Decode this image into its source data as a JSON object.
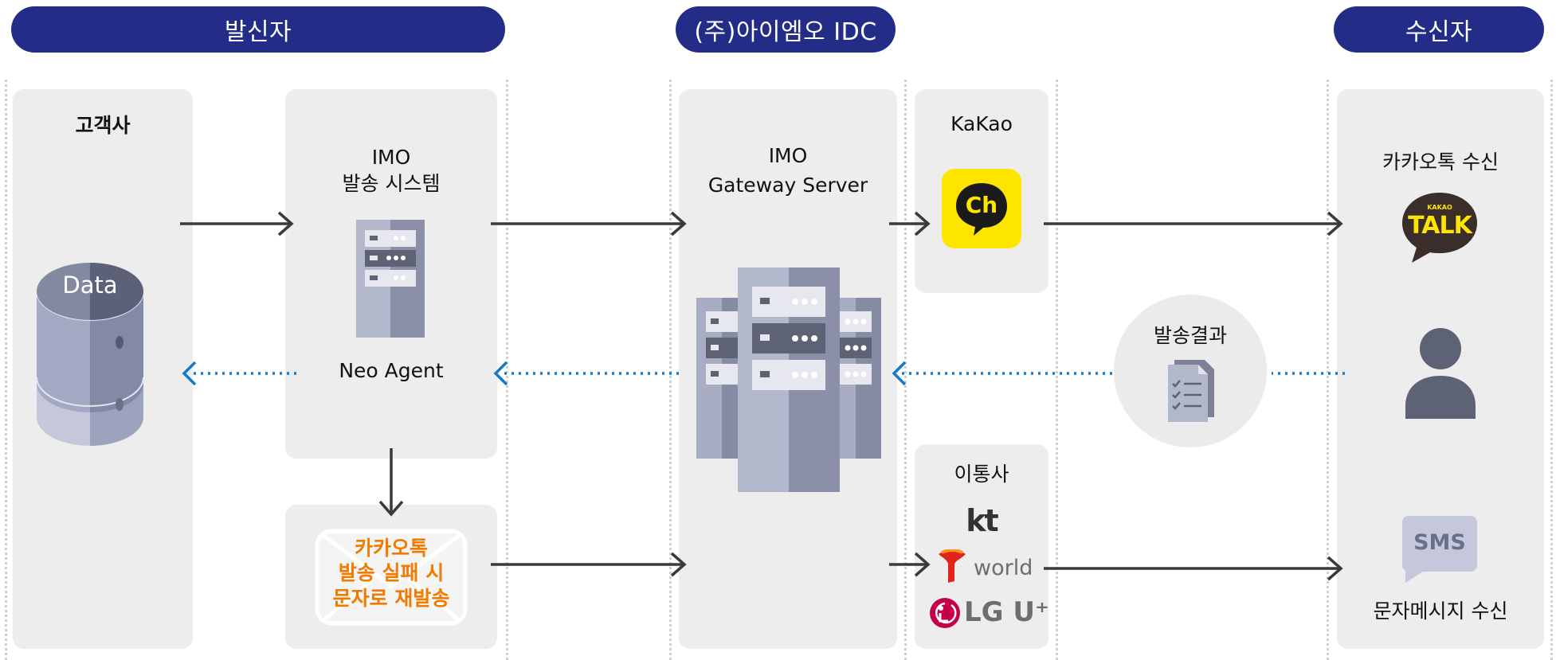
{
  "headers": {
    "sender": "발신자",
    "idc": "(주)아이엠오 IDC",
    "receiver": "수신자"
  },
  "customer": {
    "title": "고객사",
    "db_label": "Data"
  },
  "imo_system": {
    "line1": "IMO",
    "line2": "발송 시스템",
    "agent": "Neo Agent"
  },
  "fallback": {
    "line1": "카카오톡",
    "line2": "발송 실패 시",
    "line3": "문자로 재발송"
  },
  "gateway": {
    "line1": "IMO",
    "line2": "Gateway Server"
  },
  "kakao": {
    "title": "KaKao",
    "channel_logo": "Ch"
  },
  "carrier": {
    "title": "이통사",
    "kt": "kt",
    "skt": "world",
    "lgu": "LG U⁺"
  },
  "result": {
    "label": "발송결과"
  },
  "recipient": {
    "kakao_title": "카카오톡 수신",
    "talk_small": "KAKAO",
    "talk_big": "TALK",
    "sms_text": "SMS",
    "sms_title": "문자메시지 수신"
  },
  "colors": {
    "navy": "#232c86",
    "panel": "#ededed",
    "arrow": "#3a3a3a",
    "dotted_blue": "#1479c6",
    "orange": "#f07b00",
    "kakao_yellow": "#fee500"
  }
}
